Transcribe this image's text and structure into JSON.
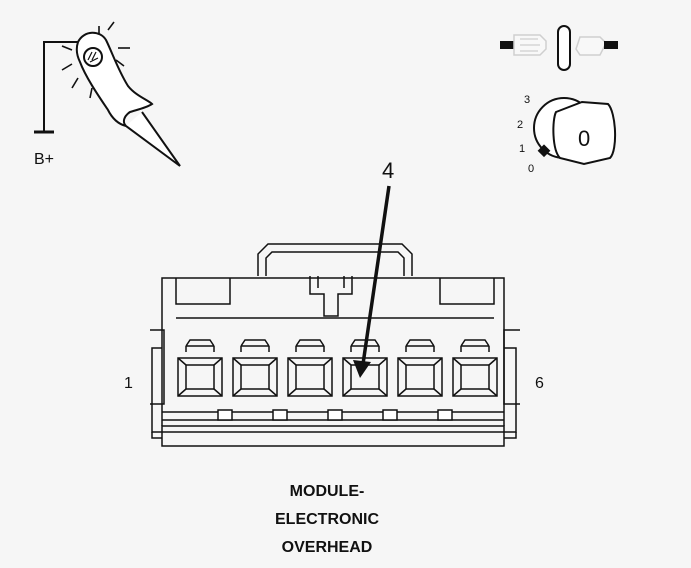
{
  "probe": {
    "supply_label": "B+"
  },
  "ignition_key": {
    "positions": [
      "3",
      "2",
      "1",
      "0"
    ],
    "key_label": "0"
  },
  "connector": {
    "callout_label": "4",
    "pin_first_label": "1",
    "pin_last_label": "6"
  },
  "caption": {
    "line1": "MODULE-",
    "line2": "ELECTRONIC",
    "line3": "OVERHEAD"
  },
  "colors": {
    "line": "#111111",
    "background": "#f6f6f6",
    "faint": "#cfcfcf"
  }
}
